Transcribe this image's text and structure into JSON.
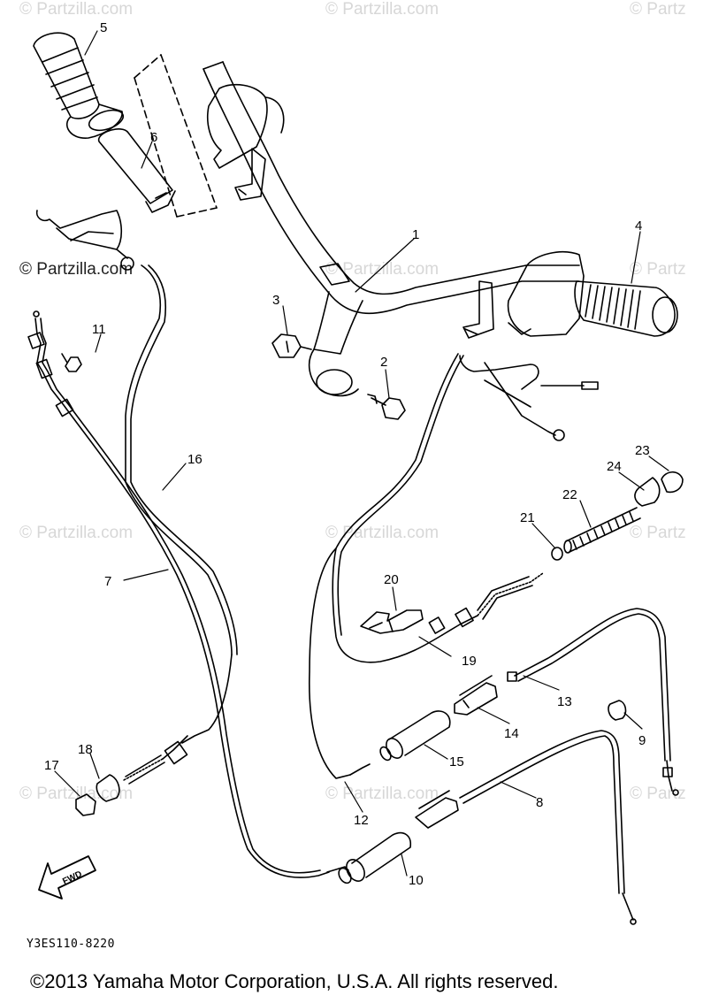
{
  "watermark": "© Partzilla.com",
  "watermark_partial": "© Partz",
  "figure_code": "Y3ES110-8220",
  "copyright": "©2013  Yamaha Motor Corporation, U.S.A. All rights reserved.",
  "fwd_label": "FWD",
  "callouts": [
    "1",
    "2",
    "3",
    "4",
    "5",
    "6",
    "7",
    "8",
    "9",
    "10",
    "11",
    "12",
    "13",
    "14",
    "15",
    "16",
    "17",
    "18",
    "19",
    "20",
    "21",
    "22",
    "23",
    "24"
  ],
  "colors": {
    "line": "#000000",
    "watermark": "#d7d7d7",
    "background": "#ffffff"
  }
}
